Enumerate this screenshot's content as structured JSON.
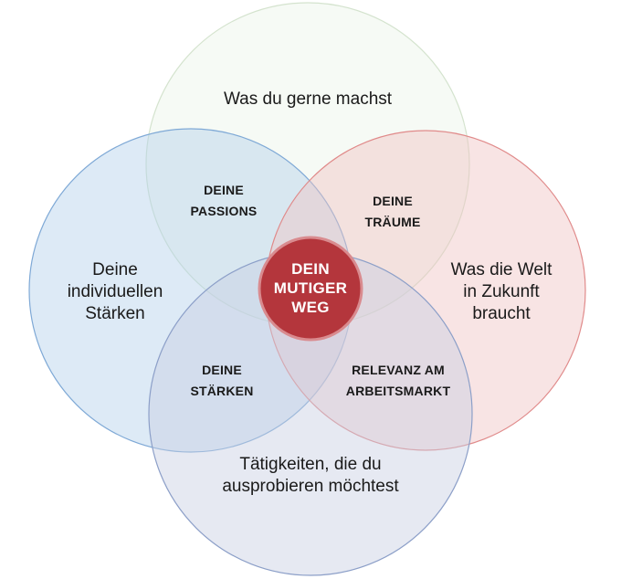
{
  "colors": {
    "circle_top_fill": "#eef5ec",
    "circle_top_stroke": "#d4e3ce",
    "circle_left_fill": "#b3d1ea",
    "circle_left_stroke": "#7fa9d6",
    "circle_right_fill": "#f0c3c3",
    "circle_right_stroke": "#e08a8a",
    "circle_bottom_fill": "#c7cfe3",
    "circle_bottom_stroke": "#8c9fc8",
    "center_fill": "#b4363c",
    "center_stroke": "#d98b8f"
  },
  "diagram": {
    "outer_labels": {
      "top": "Was du gerne machst",
      "left": "Deine\nindividuellen\nStärken",
      "right": "Was die Welt\nin Zukunft\nbraucht",
      "bottom": "Tätigkeiten, die du\nausprobieren möchtest"
    },
    "overlap_labels": {
      "top_left": "DEINE\nPASSIONS",
      "top_right": "DEINE\nTRÄUME",
      "bottom_left": "DEINE\nSTÄRKEN",
      "bottom_right": "RELEVANZ AM\nARBEITSMARKT"
    },
    "center_label": "DEIN\nMUTIGER\nWEG"
  }
}
